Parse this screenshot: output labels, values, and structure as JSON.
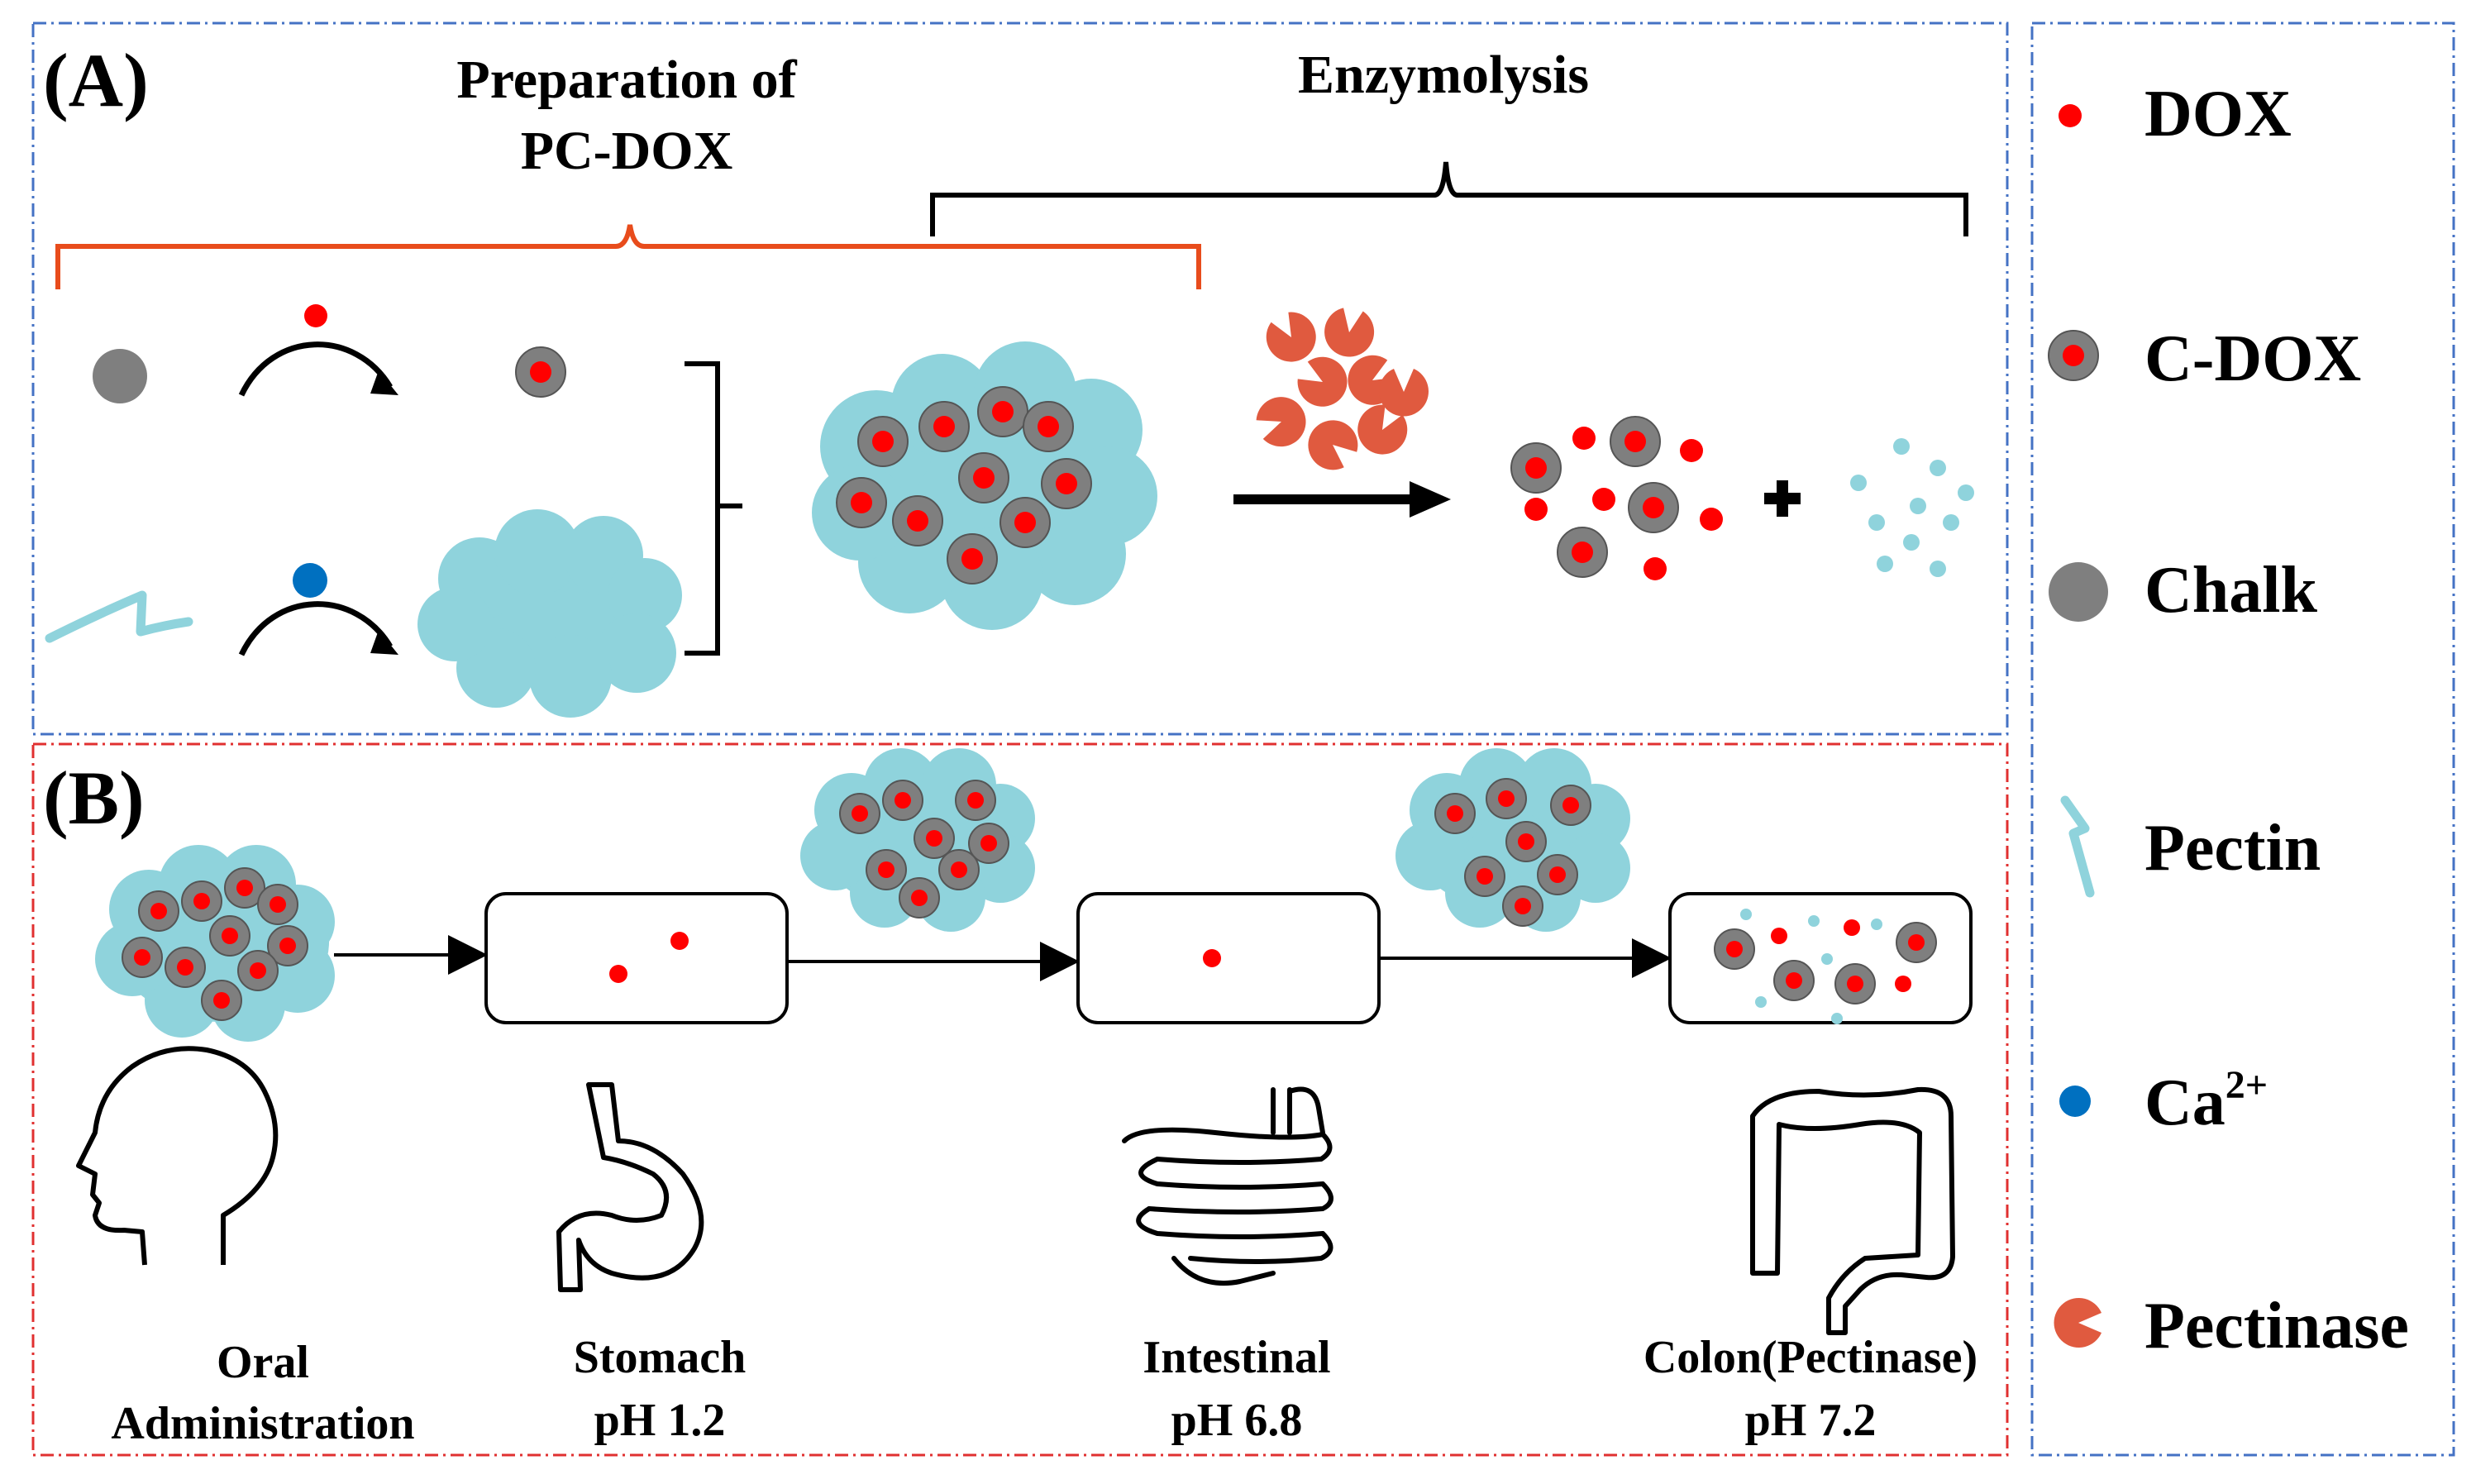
{
  "panel_a": {
    "label": "(A)",
    "heading_preparation_line1": "Preparation of",
    "heading_preparation_line2": "PC-DOX",
    "heading_enzymolysis": "Enzymolysis"
  },
  "panel_b": {
    "label": "(B)",
    "stages": [
      {
        "name": "Oral",
        "name2": "Administration"
      },
      {
        "name": "Stomach",
        "ph": "pH 1.2"
      },
      {
        "name": "Intestinal",
        "ph": "pH 6.8"
      },
      {
        "name": "Colon(Pectinase)",
        "ph": "pH 7.2"
      }
    ]
  },
  "legend": {
    "items": [
      {
        "label": "DOX",
        "icon": "red-dot-icon"
      },
      {
        "label": "C-DOX",
        "icon": "gray-red-particle-icon"
      },
      {
        "label": "Chalk",
        "icon": "gray-dot-icon"
      },
      {
        "label": "Pectin",
        "icon": "pectin-strand-icon"
      },
      {
        "label": "Ca",
        "sup": "2+",
        "icon": "blue-dot-icon"
      },
      {
        "label": "Pectinase",
        "icon": "pectinase-icon"
      }
    ]
  },
  "colors": {
    "dox": "#ff0000",
    "chalk": "#7f7f7f",
    "pectin": "#8fd3dc",
    "calcium": "#0070c0",
    "pectinase": "#e05a3f",
    "bracket_orange": "#e84c1c",
    "border_blue": "#4472c4",
    "border_red": "#e03030"
  }
}
